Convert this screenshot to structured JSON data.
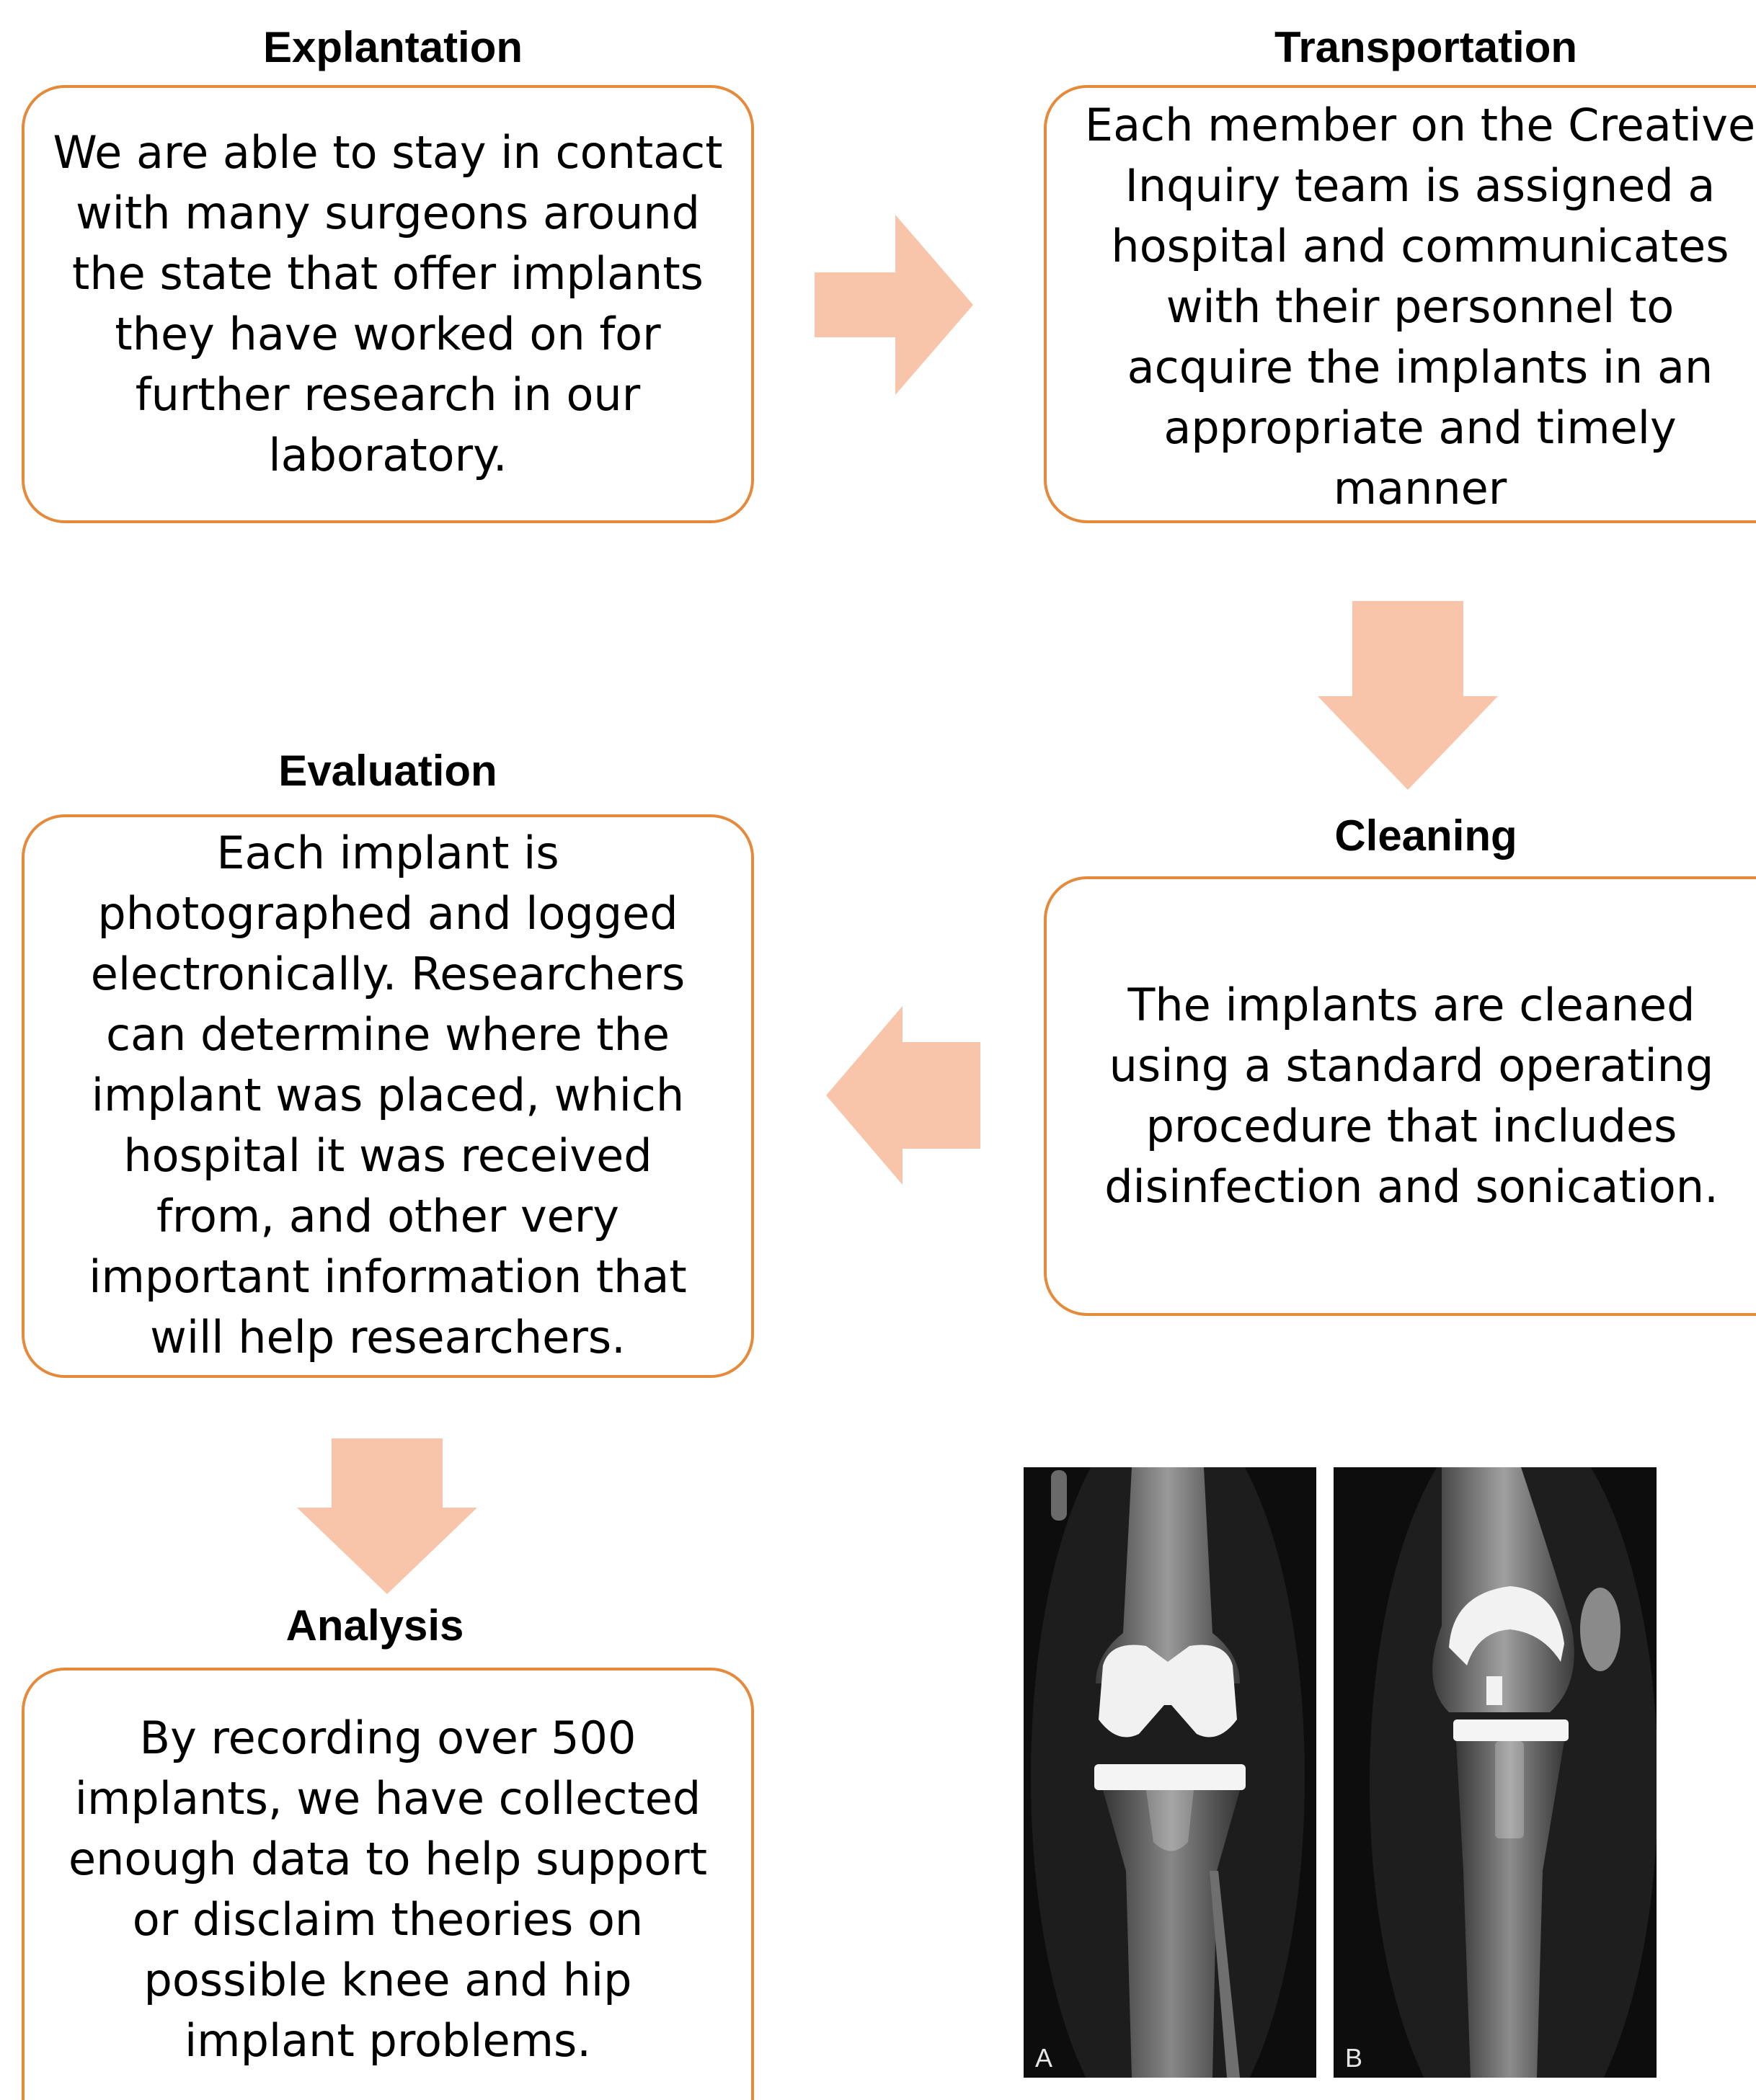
{
  "stages": {
    "explantation": {
      "title": "Explantation",
      "lines": [
        "We are able to stay in contact",
        "with many surgeons around",
        "the state that offer implants",
        "they have worked on for",
        "further research in our",
        "laboratory."
      ]
    },
    "transportation": {
      "title": "Transportation",
      "lines": [
        "Each member on the Creative",
        "Inquiry team is assigned a",
        "hospital and communicates",
        "with their personnel to",
        "acquire the implants in an",
        "appropriate and timely",
        "manner"
      ]
    },
    "cleaning": {
      "title": "Cleaning",
      "lines": [
        "The implants are cleaned",
        "using a standard operating",
        "procedure that includes",
        "disinfection and sonication."
      ]
    },
    "evaluation": {
      "title": "Evaluation",
      "lines": [
        "Each implant is",
        "photographed and logged",
        "electronically. Researchers",
        "can determine where the",
        "implant was placed, which",
        "hospital it was received",
        "from, and other very",
        "important information that",
        "will help researchers."
      ]
    },
    "analysis": {
      "title": "Analysis",
      "lines": [
        "By recording over 500",
        "implants, we have collected",
        "enough data to help support",
        "or disclaim theories on",
        "possible knee and hip",
        "implant problems."
      ]
    }
  },
  "colors": {
    "box_border": "#e58a3a",
    "arrow_fill": "#f8c5aa"
  },
  "xray": {
    "panel_a_label": "A",
    "panel_b_label": "B"
  }
}
